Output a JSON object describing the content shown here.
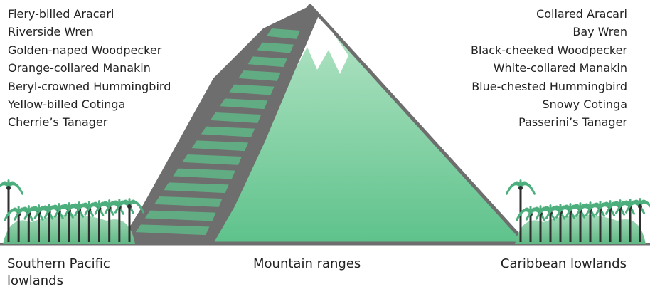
{
  "pacific_species": [
    "Fiery-billed Aracari",
    "Riverside Wren",
    "Golden-naped Woodpecker",
    "Orange-collared Manakin",
    "Beryl-crowned Hummingbird",
    "Yellow-billed Cotinga",
    "Cherrie’s Tanager"
  ],
  "caribbean_species": [
    "Collared Aracari",
    "Bay Wren",
    "Black-cheeked Woodpecker",
    "White-collared Manakin",
    "Blue-chested Hummingbird",
    "Snowy Cotinga",
    "Passerini’s Tanager"
  ],
  "regions": {
    "left": "Southern Pacific lowlands",
    "middle": "Mountain ranges",
    "right": "Caribbean lowlands"
  },
  "colors": {
    "mountain_top": "#b9e6c9",
    "mountain_bottom": "#5ec28b",
    "mountain_outline": "#6e6e6e",
    "snow": "#ffffff",
    "palm_leaf": "#4caf7d",
    "palm_trunk": "#2f2f2f",
    "shrub": "#7cc79a",
    "ground_line": "#6e6e6e"
  }
}
